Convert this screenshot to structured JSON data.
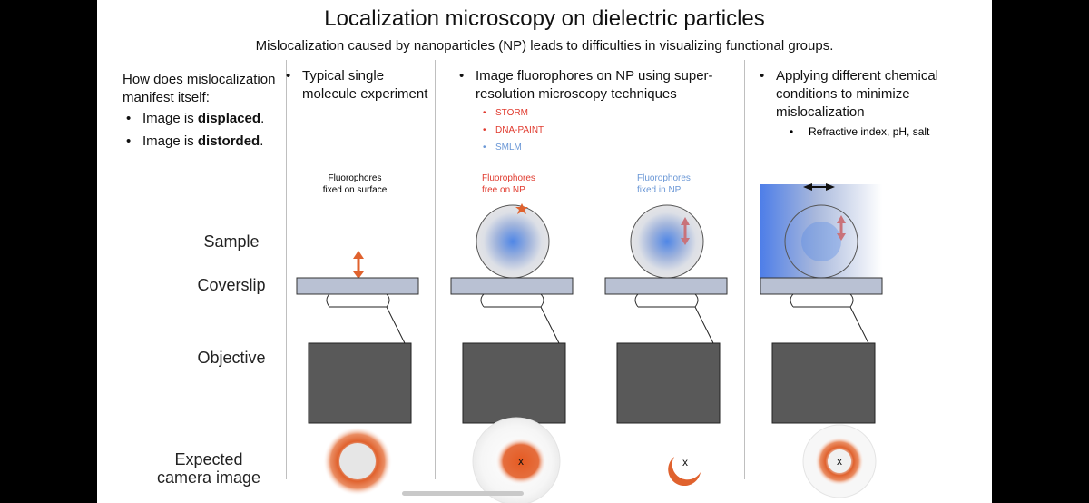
{
  "title": "Localization microscopy on dielectric particles",
  "subtitle": "Mislocalization caused by nanoparticles (NP) leads to difficulties in visualizing functional groups.",
  "intro": {
    "question": "How does mislocalization manifest itself:",
    "items": [
      {
        "prefix": "Image is ",
        "bold": "displaced",
        "suffix": "."
      },
      {
        "prefix": "Image is ",
        "bold": "distorded",
        "suffix": "."
      }
    ]
  },
  "columns": [
    {
      "bullet": "Typical single molecule experiment"
    },
    {
      "bullet": "Image fluorophores on NP using super-resolution microscopy techniques",
      "subitems": [
        {
          "text": "STORM",
          "color": "#e03a2e"
        },
        {
          "text": "DNA-PAINT",
          "color": "#e03a2e"
        },
        {
          "text": "SMLM",
          "color": "#6a97d6"
        }
      ]
    },
    {
      "bullet": "Applying different chemical conditions to minimize mislocalization",
      "subitems": [
        {
          "text": "Refractive index, pH, salt",
          "color": "#111111"
        }
      ]
    }
  ],
  "row_labels": {
    "sample": "Sample",
    "coverslip": "Coverslip",
    "objective": "Objective",
    "expected_line1": "Expected",
    "expected_line2": "camera image"
  },
  "panel_captions": {
    "surface_line1": "Fluorophores",
    "surface_line2": "fixed on surface",
    "free_line1": "Fluorophores",
    "free_line2": "free on NP",
    "fixed_line1": "Fluorophores",
    "fixed_line2": "fixed in NP"
  },
  "center_mark": "x",
  "colors": {
    "accent_orange": "#e0622e",
    "glass": "#b9c1d3",
    "objective": "#595959",
    "blue": "#6a97d6",
    "red": "#e03a2e"
  }
}
